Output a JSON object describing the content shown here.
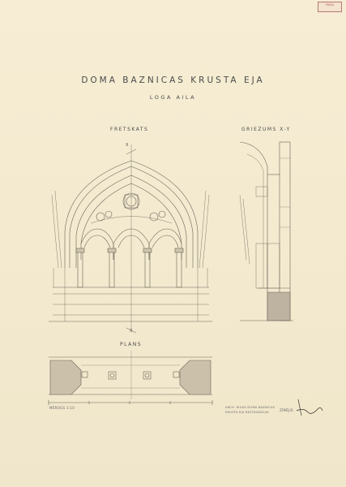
{
  "stamp": {
    "text": "RIGA"
  },
  "sheet": {
    "title": "DOMA BAZNICAS KRUSTA EJA",
    "subtitle": "LOGA AILA"
  },
  "views": {
    "elevation": "FRETSKATS",
    "section": "GRIEZUMS X-Y",
    "plan": "PLANS",
    "marker": "X"
  },
  "scale": {
    "label": "MĒROGS 1:10"
  },
  "credits": {
    "line1": "ARCH. RIGAS DOMA BAZNICAS",
    "line2": "KRUSTA EJA RESTAURĀCIJA",
    "drawn_by": "ZĪMĒJIS"
  }
}
